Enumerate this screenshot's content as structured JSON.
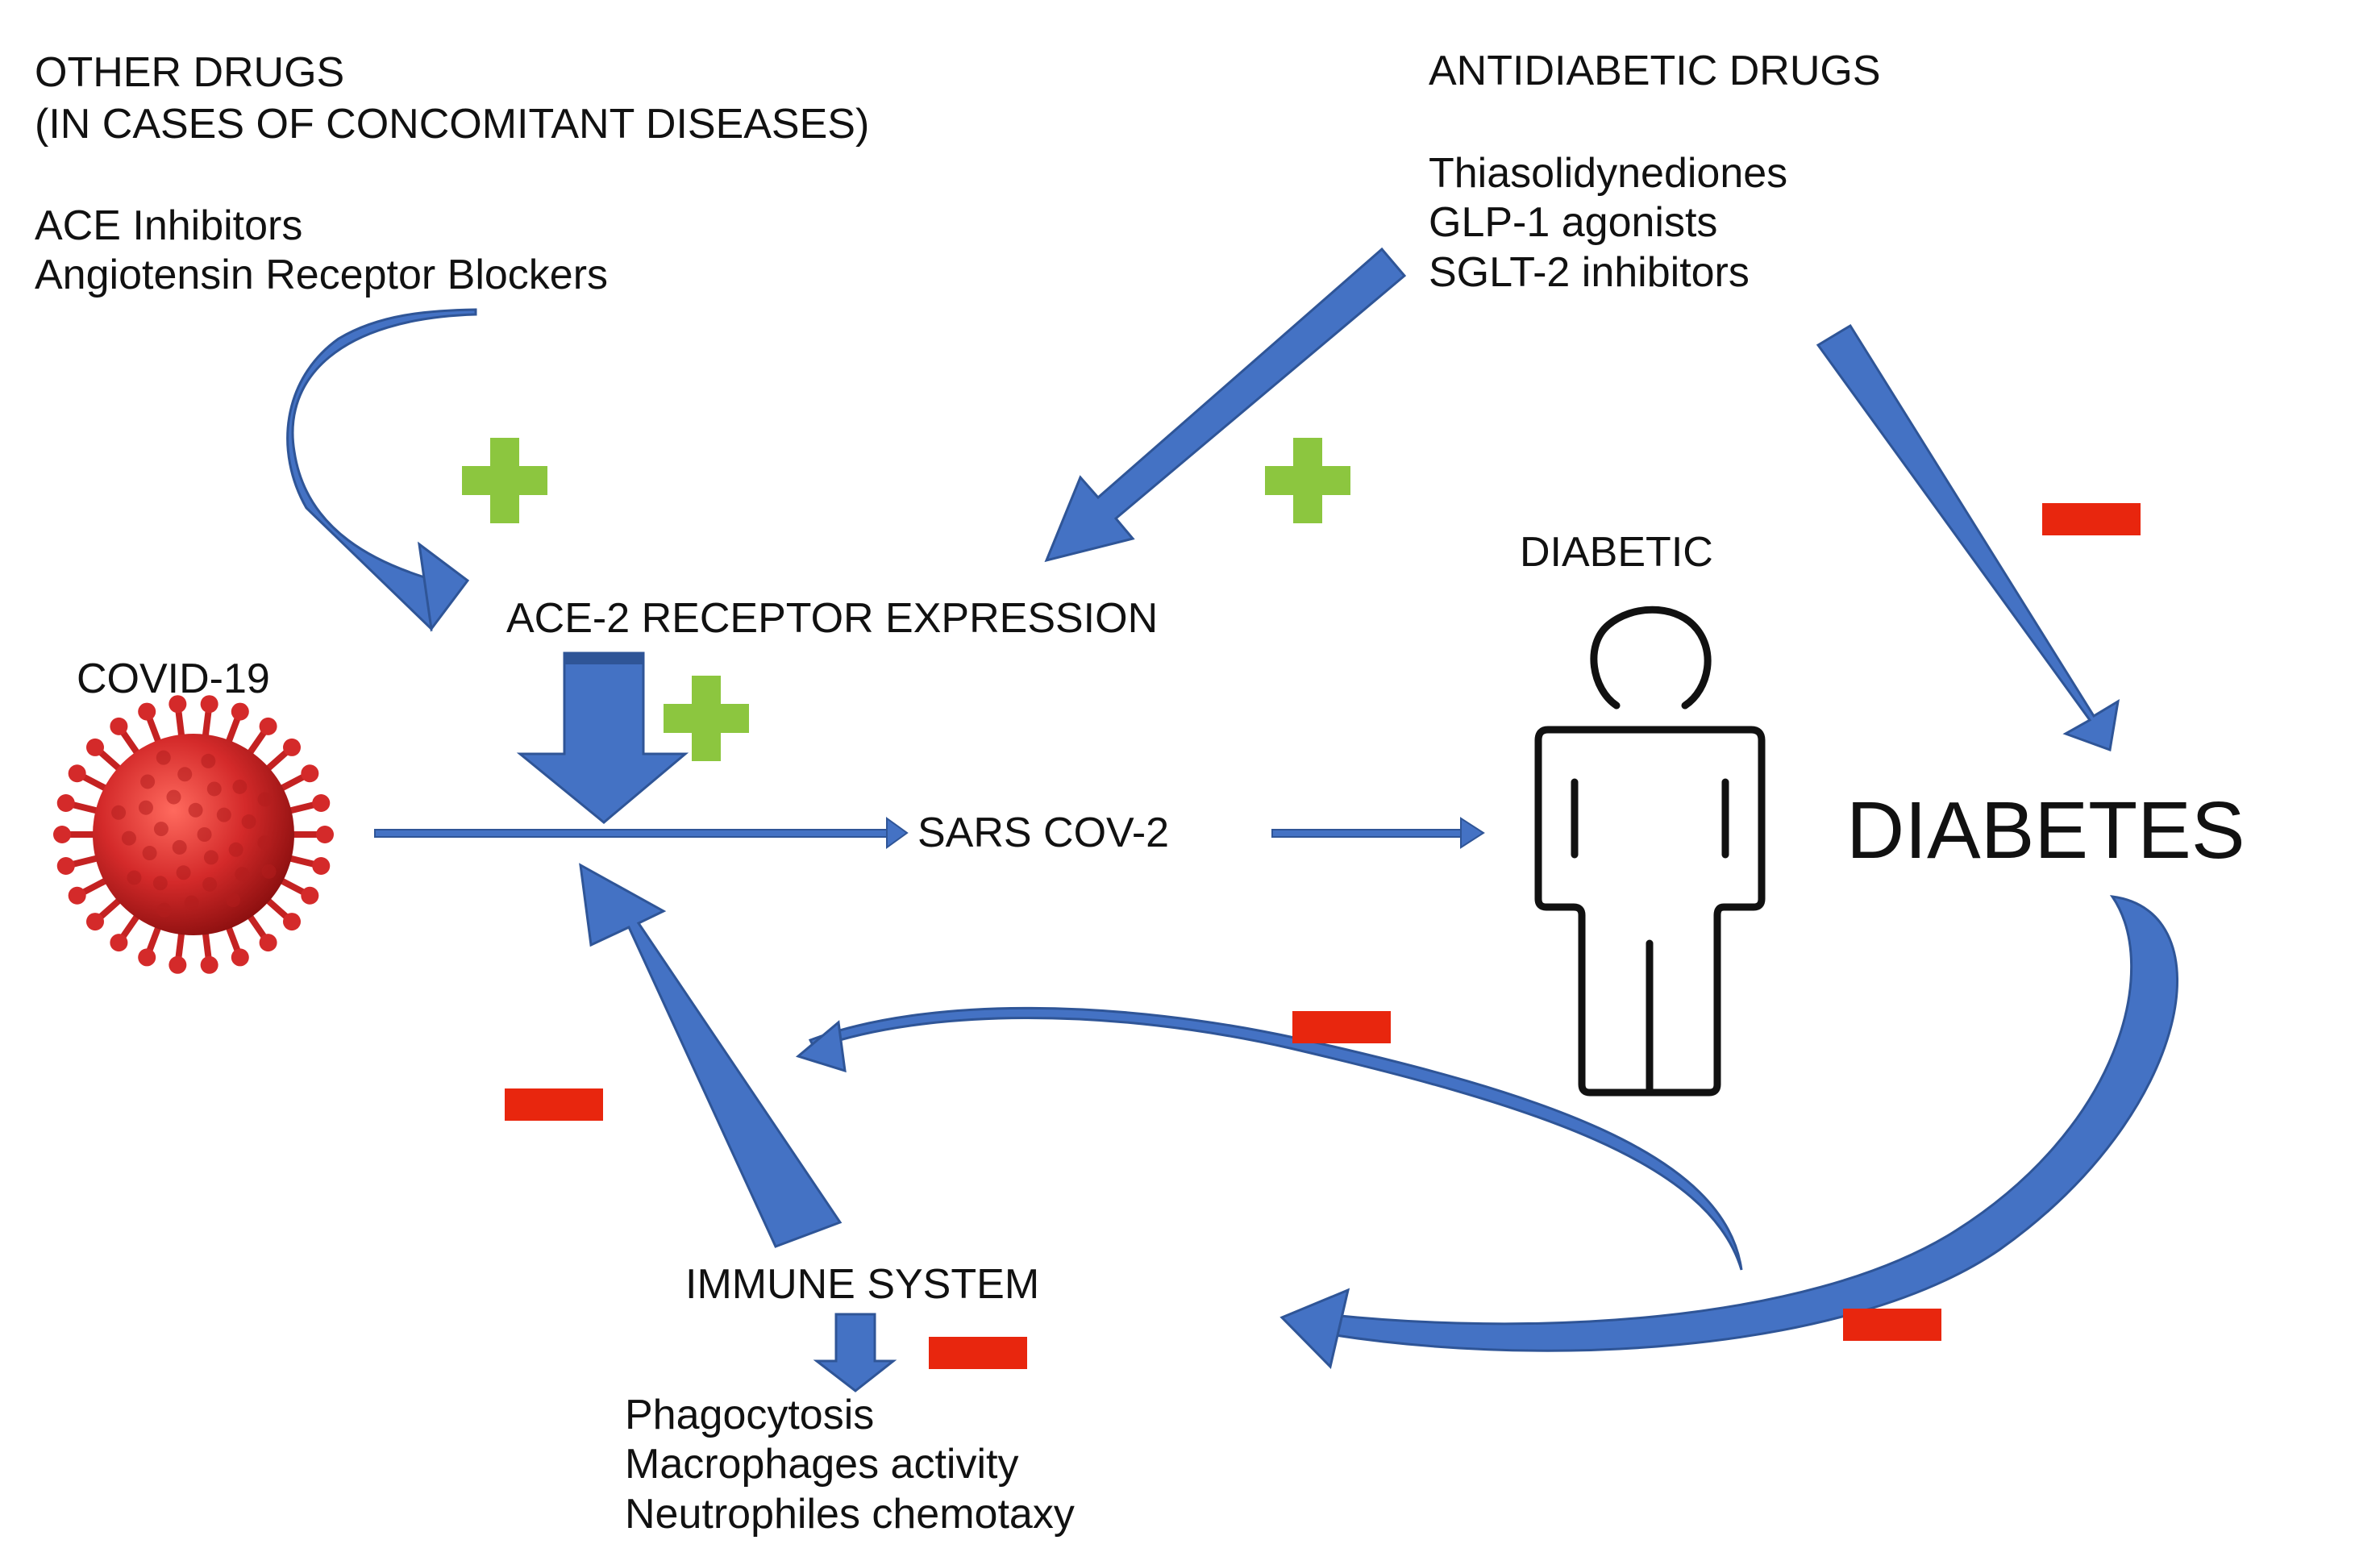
{
  "other_drugs": {
    "title": "OTHER DRUGS",
    "subtitle": "(IN CASES OF CONCOMITANT DISEASES)",
    "items": [
      "ACE Inhibitors",
      "Angiotensin Receptor Blockers"
    ]
  },
  "antidiabetic_drugs": {
    "title": "ANTIDIABETIC DRUGS",
    "items": [
      "Thiasolidynediones",
      "GLP-1 agonists",
      "SGLT-2 inhibitors"
    ]
  },
  "ace2": {
    "label": "ACE-2 RECEPTOR EXPRESSION"
  },
  "covid": {
    "label": "COVID-19",
    "icon": "virus-icon"
  },
  "sars": {
    "label": "SARS COV-2"
  },
  "diabetic": {
    "label": "DIABETIC",
    "icon": "person-icon"
  },
  "diabetes": {
    "label": "DIABETES"
  },
  "immune": {
    "label": "IMMUNE SYSTEM",
    "items": [
      "Phagocytosis",
      "Macrophages activity",
      "Neutrophiles chemotaxy"
    ]
  },
  "colors": {
    "arrow_blue": "#4472C4",
    "arrow_blue_dark": "#2F5597",
    "plus_green": "#8CC63F",
    "minus_red": "#E8260E",
    "virus_red": "#D42A2A"
  },
  "signs": {
    "plus": "positive effect",
    "minus": "negative effect"
  }
}
